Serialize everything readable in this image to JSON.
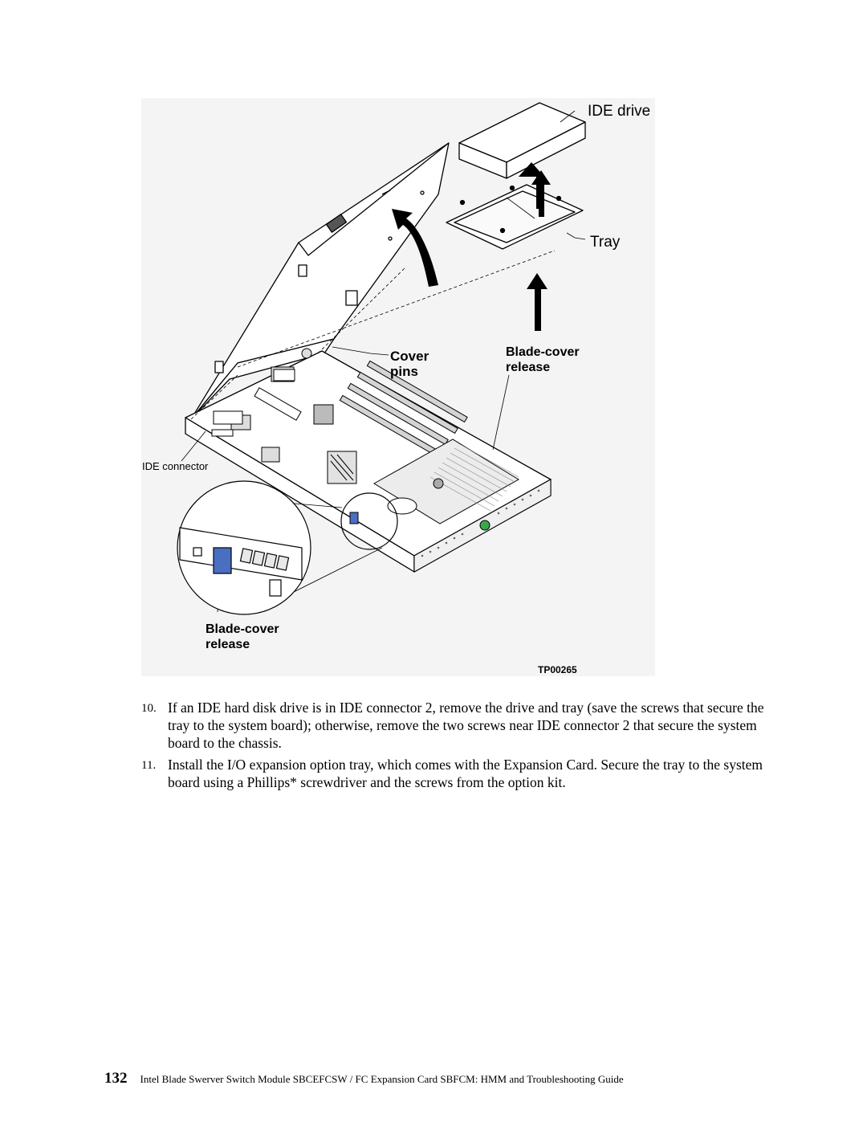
{
  "figure": {
    "labels": {
      "ide_drive": "IDE drive",
      "tray": "Tray",
      "cover_pins_1": "Cover",
      "cover_pins_2": "pins",
      "blade_cover_release_top_1": "Blade-cover",
      "blade_cover_release_top_2": "release",
      "ide_connector": "IDE connector",
      "blade_cover_release_bottom_1": "Blade-cover",
      "blade_cover_release_bottom_2": "release",
      "figure_id": "TP00265"
    },
    "colors": {
      "highlight": "#4a6fc2",
      "led": "#3aa84a",
      "line": "#000000"
    }
  },
  "steps": [
    {
      "number": "10.",
      "text": "If an IDE hard disk drive is in IDE connector 2, remove the drive and tray (save the screws that secure the tray to the system board); otherwise, remove the two screws near IDE connector 2 that secure the system board to the chassis."
    },
    {
      "number": "11.",
      "text": "Install the I/O expansion option tray, which comes with the Expansion Card. Secure the tray to the system board using a Phillips* screwdriver and the screws from the option kit."
    }
  ],
  "footer": {
    "page_number": "132",
    "title": "Intel Blade Swerver Switch Module SBCEFCSW / FC Expansion Card SBFCM: HMM and Troubleshooting Guide"
  }
}
